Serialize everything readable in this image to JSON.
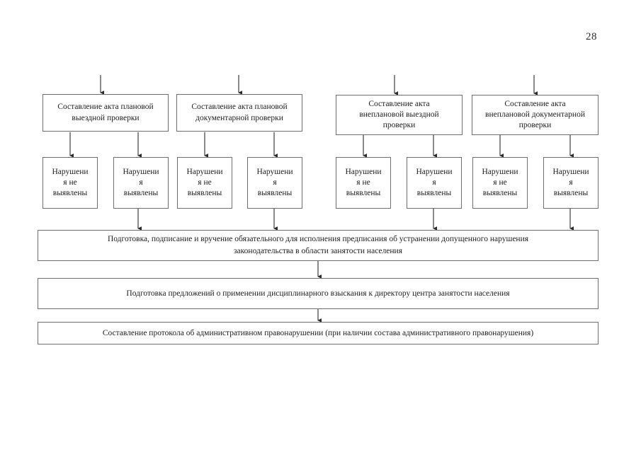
{
  "document": {
    "page_number": "28",
    "type": "flowchart-diagram"
  },
  "colors": {
    "box_border": "#6e6e6e",
    "line": "#2b2b2b",
    "text": "#1c1c1c",
    "background": "#ffffff"
  },
  "flowchart": {
    "act_nodes": [
      {
        "id": "act-planned-onsite",
        "label": "Составление акта плановой\nвыездной проверки"
      },
      {
        "id": "act-planned-documentary",
        "label": "Составление акта плановой\nдокументарной проверки"
      },
      {
        "id": "act-unplanned-onsite",
        "label": "Составление акта\nвнеплановой выездной\nпроверки"
      },
      {
        "id": "act-unplanned-documentary",
        "label": "Составление акта\nвнеплановой документарной\nпроверки"
      }
    ],
    "violation_nodes": [
      {
        "id": "viol-1-none",
        "label": "Нарушени\nя не\nвыявлены"
      },
      {
        "id": "viol-1-found",
        "label": "Нарушени\nя\nвыявлены"
      },
      {
        "id": "viol-2-none",
        "label": "Нарушени\nя не\nвыявлены"
      },
      {
        "id": "viol-2-found",
        "label": "Нарушени\nя\nвыявлены"
      },
      {
        "id": "viol-3-none",
        "label": "Нарушени\nя не\nвыявлены"
      },
      {
        "id": "viol-3-found",
        "label": "Нарушени\nя\nвыявлены"
      },
      {
        "id": "viol-4-none",
        "label": "Нарушени\nя не\nвыявлены"
      },
      {
        "id": "viol-4-found",
        "label": "Нарушени\nя\nвыявлены"
      }
    ],
    "wide_nodes": [
      {
        "id": "wide-prescription",
        "label": "Подготовка, подписание и вручение обязательного для исполнения предписания об устранении допущенного нарушения\nзаконодательства в области занятости населения"
      },
      {
        "id": "wide-disciplinary",
        "label": "Подготовка предложений о применении дисциплинарного взыскания к директору центра занятости населения"
      },
      {
        "id": "wide-protocol",
        "label": "Составление протокола об административном правонарушении (при наличии состава административного правонарушения)"
      }
    ]
  }
}
